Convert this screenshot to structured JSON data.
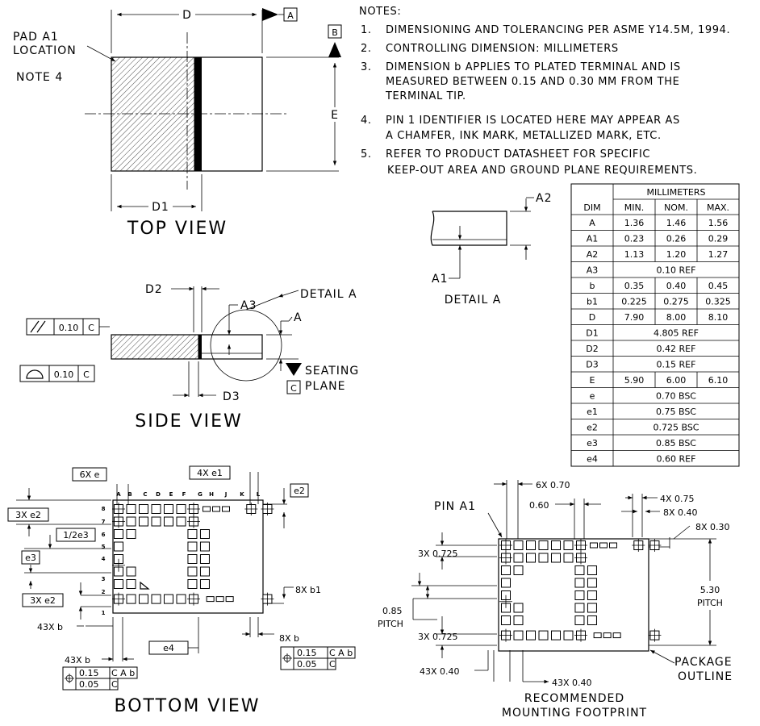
{
  "views": {
    "top": "TOP VIEW",
    "side": "SIDE VIEW",
    "bottom": "BOTTOM VIEW",
    "detail": "DETAIL A",
    "footprint_line1": "RECOMMENDED",
    "footprint_line2": "MOUNTING FOOTPRINT"
  },
  "top_view": {
    "pad_a1_line1": "PAD A1",
    "pad_a1_line2": "LOCATION",
    "note4": "NOTE 4",
    "dim_d": "D",
    "dim_e": "E",
    "dim_d1": "D1",
    "datum_a": "A",
    "datum_b": "B"
  },
  "notes": {
    "header": "NOTES:",
    "items": [
      {
        "num": "1.",
        "lines": [
          "DIMENSIONING AND TOLERANCING PER ASME Y14.5M, 1994."
        ]
      },
      {
        "num": "2.",
        "lines": [
          "CONTROLLING DIMENSION: MILLIMETERS"
        ]
      },
      {
        "num": "3.",
        "lines": [
          "DIMENSION b APPLIES TO PLATED TERMINAL AND IS",
          "MEASURED BETWEEN 0.15 AND 0.30 MM FROM THE",
          "TERMINAL TIP."
        ]
      },
      {
        "num": "4.",
        "lines": [
          "PIN 1 IDENTIFIER IS LOCATED HERE MAY APPEAR AS",
          "A CHAMFER, INK MARK, METALLIZED MARK, ETC."
        ]
      },
      {
        "num": "5.",
        "lines": [
          "REFER TO PRODUCT DATASHEET FOR SPECIFIC",
          "KEEP-OUT AREA AND GROUND PLANE REQUIREMENTS."
        ]
      }
    ]
  },
  "detail_a": {
    "a1": "A1",
    "a2": "A2"
  },
  "side_view": {
    "d2": "D2",
    "d3": "D3",
    "a3": "A3",
    "a": "A",
    "detail_a": "DETAIL A",
    "seating_1": "SEATING",
    "seating_2": "PLANE",
    "datum_c": "C",
    "parallel_val": "0.10",
    "flat_val": "0.10",
    "ref_c": "C"
  },
  "table": {
    "header_group": "MILLIMETERS",
    "col_dim": "DIM",
    "col_min": "MIN.",
    "col_nom": "NOM.",
    "col_max": "MAX.",
    "rows": [
      {
        "dim": "A",
        "min": "1.36",
        "nom": "1.46",
        "max": "1.56"
      },
      {
        "dim": "A1",
        "min": "0.23",
        "nom": "0.26",
        "max": "0.29"
      },
      {
        "dim": "A2",
        "min": "1.13",
        "nom": "1.20",
        "max": "1.27"
      },
      {
        "dim": "A3",
        "ref": "0.10 REF"
      },
      {
        "dim": "b",
        "min": "0.35",
        "nom": "0.40",
        "max": "0.45"
      },
      {
        "dim": "b1",
        "min": "0.225",
        "nom": "0.275",
        "max": "0.325"
      },
      {
        "dim": "D",
        "min": "7.90",
        "nom": "8.00",
        "max": "8.10"
      },
      {
        "dim": "D1",
        "ref": "4.805 REF"
      },
      {
        "dim": "D2",
        "ref": "0.42 REF"
      },
      {
        "dim": "D3",
        "ref": "0.15 REF"
      },
      {
        "dim": "E",
        "min": "5.90",
        "nom": "6.00",
        "max": "6.10"
      },
      {
        "dim": "e",
        "ref": "0.70 BSC"
      },
      {
        "dim": "e1",
        "ref": "0.75 BSC"
      },
      {
        "dim": "e2",
        "ref": "0.725 BSC"
      },
      {
        "dim": "e3",
        "ref": "0.85 BSC"
      },
      {
        "dim": "e4",
        "ref": "0.60 REF"
      }
    ]
  },
  "bottom_view": {
    "col_letters": [
      "A",
      "B",
      "C",
      "D",
      "E",
      "F",
      "G",
      "H",
      "J",
      "K",
      "L"
    ],
    "row_numbers": [
      "8",
      "7",
      "6",
      "5",
      "4",
      "3",
      "2",
      "1"
    ],
    "six_x_e": "6X  e",
    "four_x_e1": "4X  e1",
    "e2": "e2",
    "three_x_e2_top": "3X  e2",
    "half_e3": "1/2e3",
    "e3": "e3",
    "three_x_e2_bot": "3X  e2",
    "eight_x_b1": "8X  b1",
    "forty3x_b_left": "43X  b",
    "eight_x_b": "8X  b",
    "forty3x_b_bottom": "43X  b",
    "e4": "e4",
    "fcf1_tol": "0.15",
    "fcf1_refs": "C A b",
    "fcf1_tol2": "0.05",
    "fcf1_ref2": "C",
    "fcf2_tol": "0.15",
    "fcf2_refs": "C A b",
    "fcf2_tol2": "0.05",
    "fcf2_ref2": "C"
  },
  "footprint": {
    "six_x": "6X  0.70",
    "pin_a1": "PIN A1",
    "dim_060": "0.60",
    "four_x": "4X  0.75",
    "eight_x_040": "8X  0.40",
    "eight_x_030": "8X  0.30",
    "three_x_top": "3X  0.725",
    "pitch_530": "5.30",
    "pitch_word_right": "PITCH",
    "dim_085": "0.85",
    "pitch_word_left": "PITCH",
    "three_x_bot": "3X  0.725",
    "package_1": "PACKAGE",
    "package_2": "OUTLINE",
    "forty3x_left": "43X  0.40",
    "forty3x_bottom": "43X  0.40"
  }
}
